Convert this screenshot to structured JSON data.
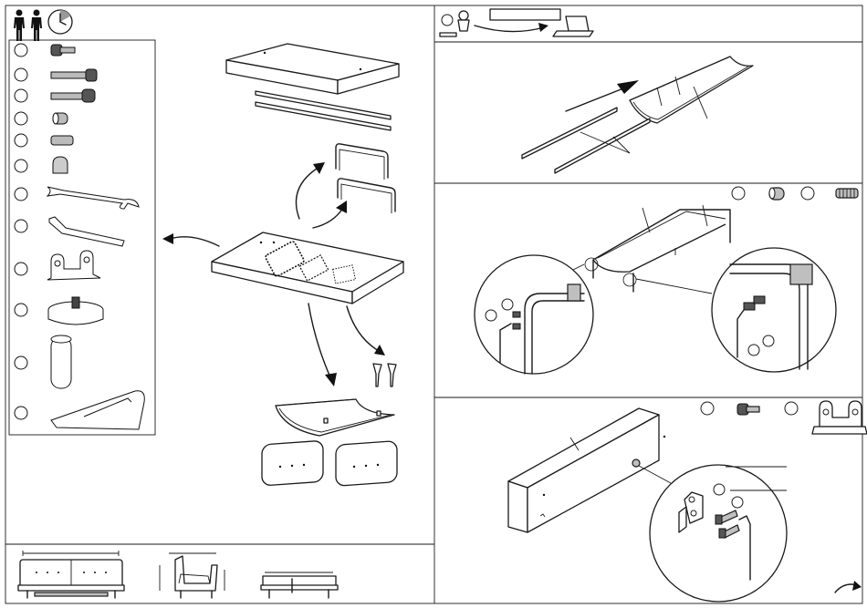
{
  "document": {
    "type": "assembly-instructions",
    "people_required_icon": "two-person-icon",
    "time_icon": "clock-icon",
    "login_box_text": ""
  },
  "parts_list": {
    "items": [
      {
        "id": 1,
        "icon": "short-bolt-icon"
      },
      {
        "id": 2,
        "icon": "long-bolt-icon"
      },
      {
        "id": 3,
        "icon": "shoulder-bolt-icon"
      },
      {
        "id": 4,
        "icon": "barrel-nut-icon"
      },
      {
        "id": 5,
        "icon": "set-screw-icon"
      },
      {
        "id": 6,
        "icon": "cap-nut-icon"
      },
      {
        "id": 7,
        "icon": "wrench-icon"
      },
      {
        "id": 8,
        "icon": "allen-key-icon"
      },
      {
        "id": 9,
        "icon": "hinge-bracket-icon"
      },
      {
        "id": 10,
        "icon": "glide-foot-icon"
      },
      {
        "id": 11,
        "icon": "spacer-tube-icon"
      },
      {
        "id": 12,
        "icon": "wedge-icon"
      }
    ]
  },
  "steps": [
    {
      "name": "step-1",
      "icon": "slide-rails-into-tray"
    },
    {
      "name": "step-2",
      "icon": "attach-legs-to-tray"
    },
    {
      "name": "step-3",
      "icon": "attach-brackets-to-board"
    }
  ],
  "footer": {
    "views": [
      "front-view",
      "side-view",
      "end-view"
    ],
    "next_page_icon": "page-turn-arrow-icon"
  }
}
